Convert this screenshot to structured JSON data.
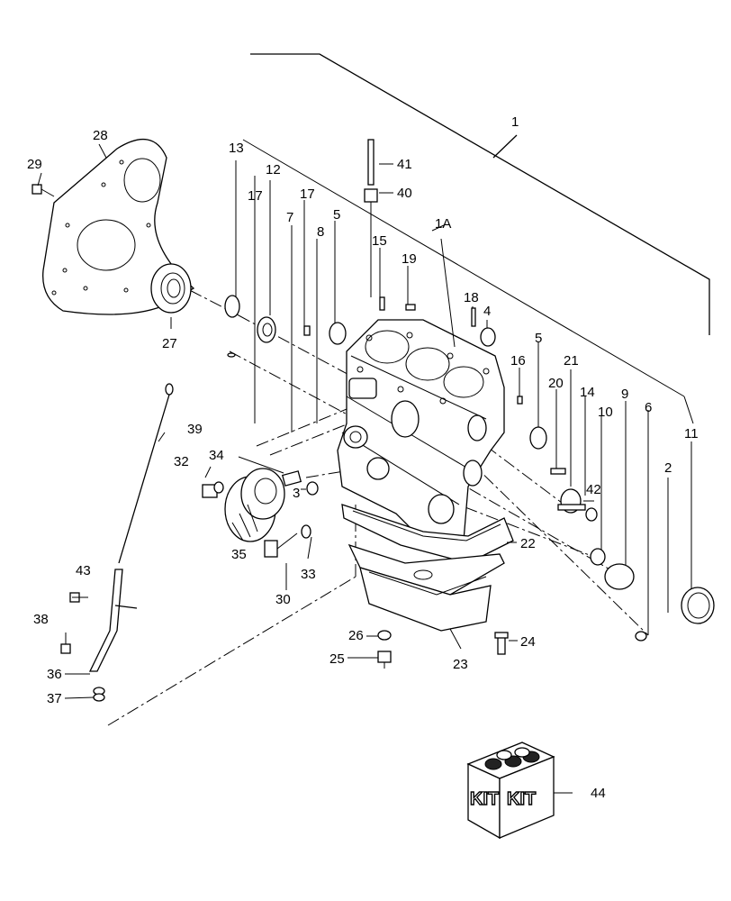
{
  "callouts": {
    "c1": "1",
    "c1A": "1A",
    "c2": "2",
    "c3": "3",
    "c4": "4",
    "c5a": "5",
    "c5b": "5",
    "c6": "6",
    "c7": "7",
    "c8": "8",
    "c9": "9",
    "c10": "10",
    "c11": "11",
    "c12": "12",
    "c13": "13",
    "c14": "14",
    "c15": "15",
    "c16": "16",
    "c17a": "17",
    "c17b": "17",
    "c18": "18",
    "c19": "19",
    "c20": "20",
    "c21": "21",
    "c22": "22",
    "c23": "23",
    "c24": "24",
    "c25": "25",
    "c26": "26",
    "c27": "27",
    "c28": "28",
    "c29": "29",
    "c30": "30",
    "c32": "32",
    "c33": "33",
    "c34": "34",
    "c35": "35",
    "c36": "36",
    "c37": "37",
    "c38": "38",
    "c39": "39",
    "c40": "40",
    "c41": "41",
    "c42": "42",
    "c43": "43",
    "c44": "44"
  },
  "kit": {
    "left": "KIT",
    "right": "KIT"
  }
}
